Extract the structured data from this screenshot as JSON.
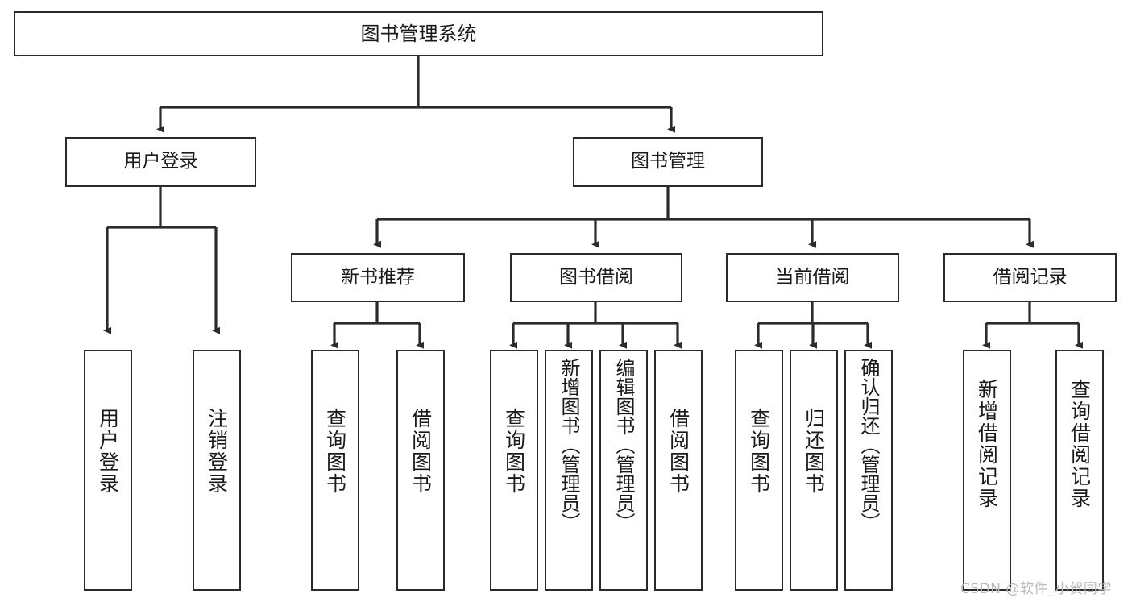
{
  "diagram": {
    "title": "图书管理系统",
    "type": "tree-hierarchy-chart",
    "orientation": "top-down",
    "colors": {
      "background": "#ffffff",
      "box_border": "#2b2b2b",
      "box_fill": "#ffffff",
      "edge": "#2b2b2b",
      "text": "#1a1a1a",
      "watermark": "#b9b9b9"
    },
    "watermark": "CSDN @软件_小贺同学"
  },
  "nodes": {
    "root": {
      "id": "root",
      "label": "图书管理系统",
      "level": 0,
      "orientation": "horizontal"
    },
    "level1": [
      {
        "id": "user-login",
        "label": "用户登录",
        "level": 1,
        "orientation": "horizontal"
      },
      {
        "id": "book-management",
        "label": "图书管理",
        "level": 1,
        "orientation": "horizontal"
      }
    ],
    "level2": [
      {
        "id": "new-book-recommend",
        "label": "新书推荐",
        "level": 2,
        "orientation": "horizontal",
        "parent": "book-management"
      },
      {
        "id": "book-borrow",
        "label": "图书借阅",
        "level": 2,
        "orientation": "horizontal",
        "parent": "book-management"
      },
      {
        "id": "current-borrow",
        "label": "当前借阅",
        "level": 2,
        "orientation": "horizontal",
        "parent": "book-management"
      },
      {
        "id": "borrow-record",
        "label": "借阅记录",
        "level": 2,
        "orientation": "horizontal",
        "parent": "book-management"
      }
    ],
    "leaves": [
      {
        "id": "leaf-user-login",
        "label": "用户登录",
        "parent": "user-login",
        "orientation": "vertical"
      },
      {
        "id": "leaf-user-logout",
        "label": "注销登录",
        "parent": "user-login",
        "orientation": "vertical"
      },
      {
        "id": "leaf-query-book-1",
        "label": "查询图书",
        "parent": "new-book-recommend",
        "orientation": "vertical"
      },
      {
        "id": "leaf-borrow-book-1",
        "label": "借阅图书",
        "parent": "new-book-recommend",
        "orientation": "vertical"
      },
      {
        "id": "leaf-query-book-2",
        "label": "查询图书",
        "parent": "book-borrow",
        "orientation": "vertical"
      },
      {
        "id": "leaf-add-book",
        "label": "新增图书（管理员）",
        "parent": "book-borrow",
        "orientation": "vertical"
      },
      {
        "id": "leaf-edit-book",
        "label": "编辑图书（管理员）",
        "parent": "book-borrow",
        "orientation": "vertical"
      },
      {
        "id": "leaf-borrow-book-2",
        "label": "借阅图书",
        "parent": "book-borrow",
        "orientation": "vertical"
      },
      {
        "id": "leaf-query-book-3",
        "label": "查询图书",
        "parent": "current-borrow",
        "orientation": "vertical"
      },
      {
        "id": "leaf-return-book",
        "label": "归还图书",
        "parent": "current-borrow",
        "orientation": "vertical"
      },
      {
        "id": "leaf-confirm-return",
        "label": "确认归还（管理员）",
        "parent": "current-borrow",
        "orientation": "vertical"
      },
      {
        "id": "leaf-add-record",
        "label": "新增借阅记录",
        "parent": "borrow-record",
        "orientation": "vertical"
      },
      {
        "id": "leaf-query-record",
        "label": "查询借阅记录",
        "parent": "borrow-record",
        "orientation": "vertical"
      }
    ]
  }
}
